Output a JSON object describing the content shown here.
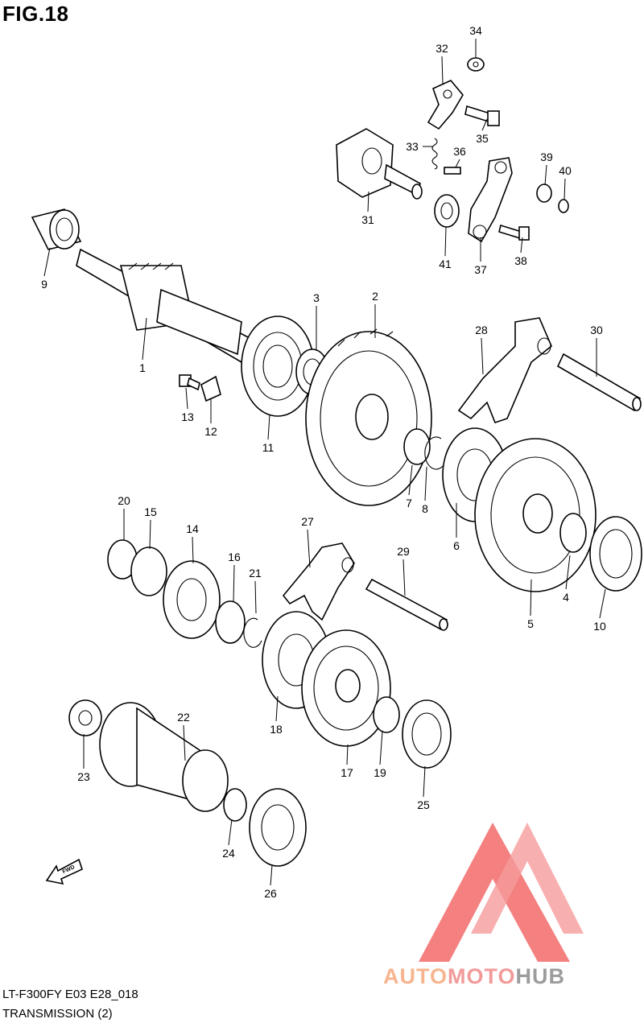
{
  "figure": {
    "title": "FIG.18"
  },
  "footer": {
    "code": "LT-F300FY E03 E28_018",
    "name": "TRANSMISSION (2)"
  },
  "watermark": {
    "part1": "AUTO",
    "part2": "MOTO",
    "part3": "HUB",
    "colors": {
      "auto": "#f7b58f",
      "moto": "#f29a9a",
      "hub": "#9c9c9c",
      "logo": "#f36b6b"
    }
  },
  "fwd_arrow": {
    "label": "FWD"
  },
  "callouts": [
    "1",
    "2",
    "3",
    "4",
    "5",
    "6",
    "7",
    "8",
    "9",
    "10",
    "11",
    "12",
    "13",
    "14",
    "15",
    "16",
    "17",
    "18",
    "19",
    "20",
    "21",
    "22",
    "23",
    "24",
    "25",
    "26",
    "27",
    "28",
    "29",
    "30",
    "31",
    "32",
    "33",
    "34",
    "35",
    "36",
    "37",
    "38",
    "39",
    "40",
    "41"
  ]
}
